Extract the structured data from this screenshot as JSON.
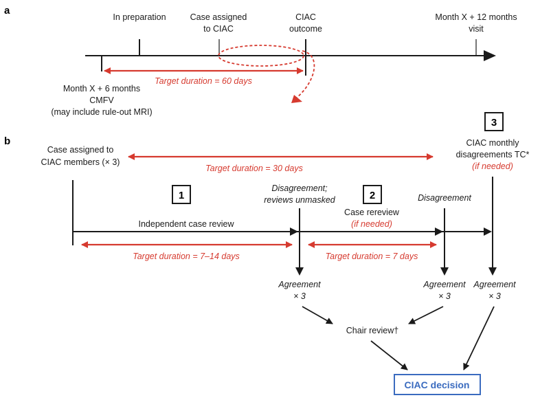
{
  "panel_a": {
    "label": "a",
    "in_preparation": "In preparation",
    "case_assigned_1": "Case assigned",
    "case_assigned_2": "to CIAC",
    "ciac_outcome_1": "CIAC",
    "ciac_outcome_2": "outcome",
    "month12_1": "Month X + 12 months",
    "month12_2": "visit",
    "month6_1": "Month X + 6 months",
    "month6_2": "CMFV",
    "month6_3": "(may include rule-out MRI)",
    "target": "Target duration = 60 days"
  },
  "panel_b": {
    "label": "b",
    "case_assigned_1": "Case assigned to",
    "case_assigned_2": "CIAC members (× 3)",
    "target30": "Target duration = 30 days",
    "tc_1": "CIAC monthly",
    "tc_2": "disagreements TC*",
    "tc_3": "(if needed)",
    "step1": "1",
    "step2": "2",
    "step3": "3",
    "disagreement_unmasked_1": "Disagreement;",
    "disagreement_unmasked_2": "reviews unmasked",
    "case_rereview_1": "Case rereview",
    "case_rereview_2": "(if needed)",
    "disagreement": "Disagreement",
    "independent_review": "Independent case review",
    "target7_14": "Target duration = 7–14 days",
    "target7": "Target duration = 7 days",
    "agreement": "Agreement",
    "times3": "× 3",
    "chair_review": "Chair review†",
    "decision": "CIAC decision"
  },
  "colors": {
    "red": "#d63a2f",
    "blue": "#3a6bbf",
    "black": "#1a1a1a"
  }
}
